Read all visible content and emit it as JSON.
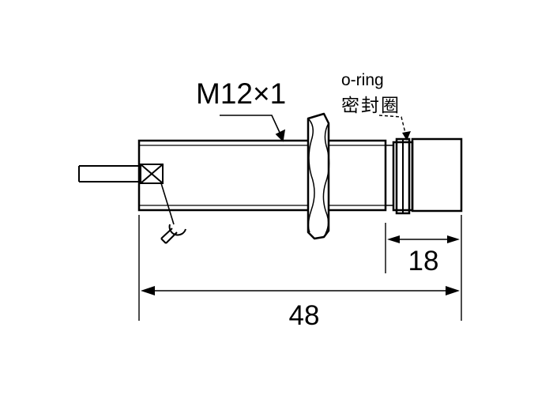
{
  "drawing": {
    "thread_label": "M12×1",
    "oring_label_en": "o-ring",
    "oring_label_cn": "密封圈",
    "dim_sensing_end": "18",
    "dim_total_length": "48"
  },
  "colors": {
    "line": "#000000",
    "background": "#ffffff"
  },
  "icons": {
    "adjust_symbol": "wrench-icon",
    "indicator": "x-box-icon"
  }
}
